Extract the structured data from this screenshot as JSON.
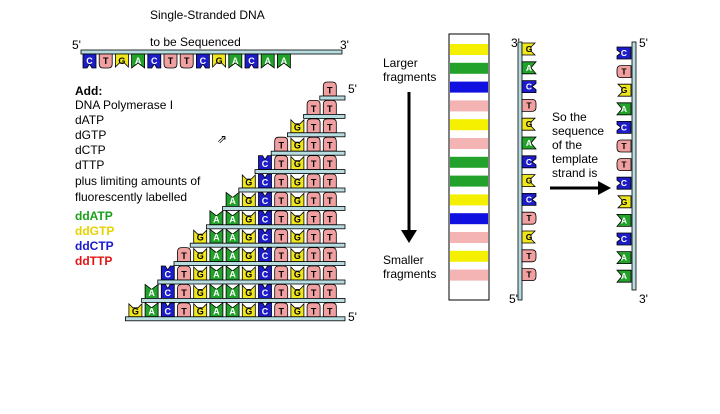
{
  "title": "Single-Stranded DNA",
  "subtitle": "to be Sequenced",
  "template": {
    "five_label": "5'",
    "three_label": "3'",
    "bases": [
      "C",
      "T",
      "G",
      "A",
      "C",
      "T",
      "T",
      "C",
      "G",
      "A",
      "C",
      "A",
      "A"
    ]
  },
  "reagents": {
    "heading": "Add:",
    "items": [
      "DNA Polymerase I",
      "dATP",
      "dGTP",
      "dCTP",
      "dTTP",
      "plus limiting amounts of",
      "fluorescently labelled"
    ],
    "ddntps": [
      {
        "label": "ddATP",
        "color": "#19a019"
      },
      {
        "label": "ddGTP",
        "color": "#e6d200"
      },
      {
        "label": "ddCTP",
        "color": "#1a1acd"
      },
      {
        "label": "ddTTP",
        "color": "#e11414"
      }
    ]
  },
  "fragments": [
    "T",
    "TT",
    "GTT",
    "TGTT",
    "CTGTT",
    "GCTGTT",
    "AGCTGTT",
    "AAGCTGTT",
    "GAAGCTGTT",
    "TGAAGCTGTT",
    "CTGAAGCTGTT",
    "ACTGAAGCTGTT",
    "GACTGAAGCTGTT"
  ],
  "fragment_five_label": "5'",
  "gel": {
    "larger_label": [
      "Larger",
      "fragments"
    ],
    "smaller_label": [
      "Smaller",
      "fragments"
    ],
    "bands": [
      "yellow",
      "green",
      "blue",
      "pink",
      "yellow",
      "pink",
      "green",
      "green",
      "yellow",
      "blue",
      "pink",
      "yellow",
      "pink"
    ]
  },
  "read_column": {
    "three_label": "3'",
    "five_label": "5'",
    "bases": [
      "G",
      "A",
      "C",
      "T",
      "G",
      "A",
      "C",
      "G",
      "C",
      "T",
      "G",
      "T",
      "T"
    ]
  },
  "conclusion": [
    "So the",
    "sequence",
    "of the",
    "template",
    "strand is"
  ],
  "result_column": {
    "five_label": "5'",
    "three_label": "3'",
    "bases": [
      "C",
      "T",
      "G",
      "A",
      "C",
      "T",
      "T",
      "C",
      "G",
      "A",
      "C",
      "A",
      "A"
    ]
  },
  "colors": {
    "A": "#22a22a",
    "G": "#f0e61e",
    "C": "#1c1cc8",
    "T": "#f0a0a0",
    "strand": "#b7dde0",
    "gel_pink": "#f4b4b4"
  }
}
